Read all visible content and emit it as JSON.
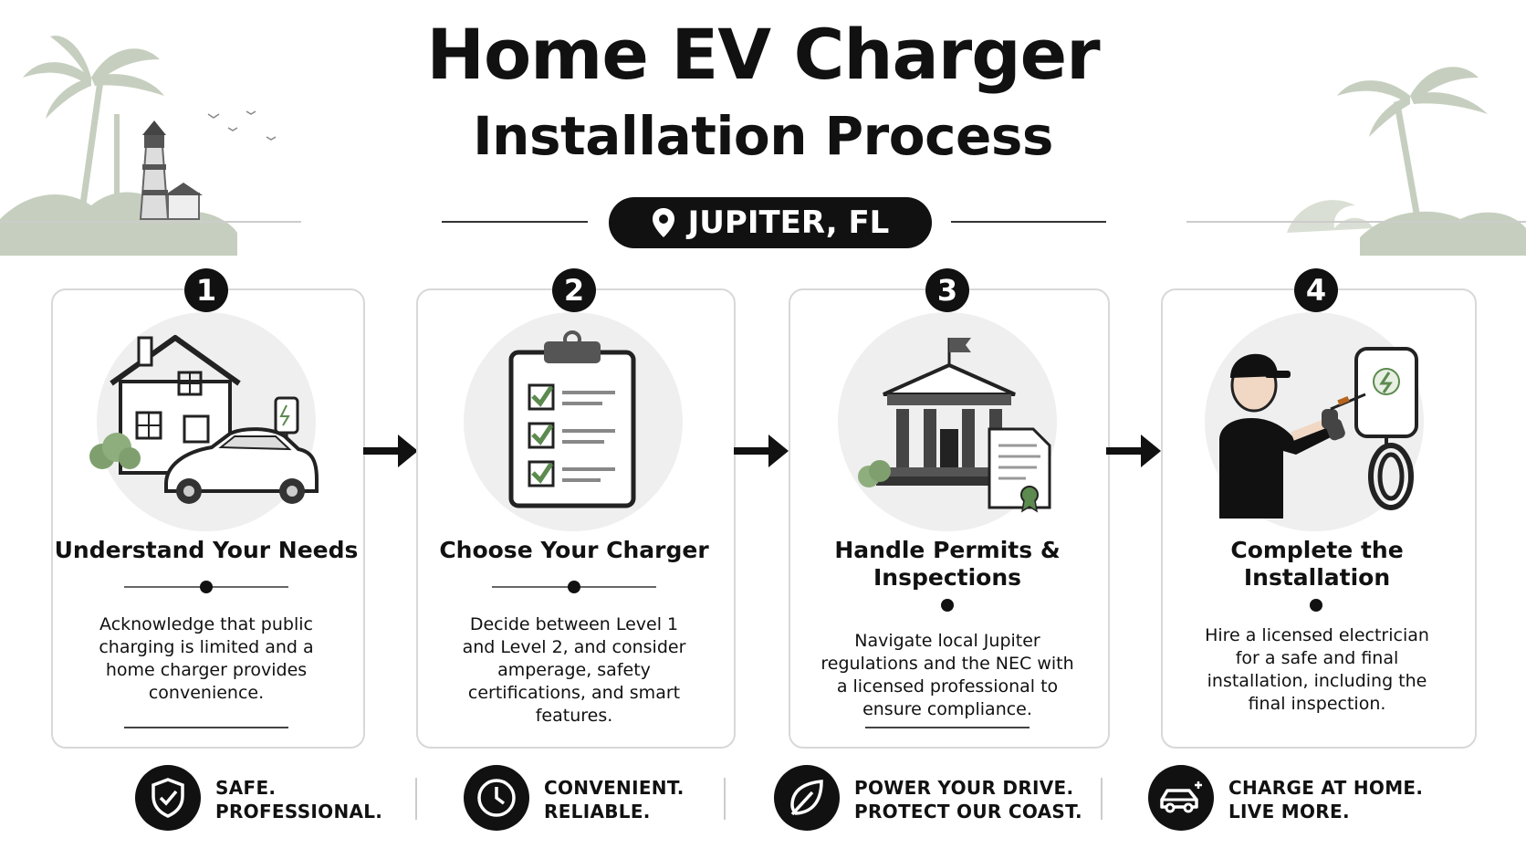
{
  "header": {
    "title_line1": "Home EV Charger",
    "title_line2": "Installation Process",
    "location": "JUPITER, FL"
  },
  "steps": [
    {
      "number": "1",
      "title": "Understand Your Needs",
      "description": "Acknowledge that public charging is limited and a home charger provides convenience.",
      "illustration": "house-with-car-and-charger"
    },
    {
      "number": "2",
      "title": "Choose Your Charger",
      "description": "Decide between Level 1 and Level 2, and consider amperage, safety certifications, and smart features.",
      "illustration": "checklist-clipboard"
    },
    {
      "number": "3",
      "title": "Handle Permits & Inspections",
      "description": "Navigate local Jupiter regulations and the NEC with a licensed professional to ensure compliance.",
      "illustration": "government-building-with-permit"
    },
    {
      "number": "4",
      "title": "Complete the Installation",
      "description": "Hire a licensed electrician for a safe and final installation, including the final inspection.",
      "illustration": "electrician-installing-wall-charger"
    }
  ],
  "taglines": [
    {
      "line1": "SAFE.",
      "line2": "PROFESSIONAL.",
      "icon": "shield-check-icon"
    },
    {
      "line1": "CONVENIENT.",
      "line2": "RELIABLE.",
      "icon": "clock-icon"
    },
    {
      "line1": "POWER YOUR DRIVE.",
      "line2": "PROTECT OUR COAST.",
      "icon": "leaf-icon"
    },
    {
      "line1": "CHARGE AT HOME.",
      "line2": "LIVE MORE.",
      "icon": "car-sparkle-icon"
    }
  ],
  "colors": {
    "ink": "#111111",
    "card_border": "#d8d8d8",
    "circle_bg": "#efefef",
    "check_green": "#5c8a4f",
    "scenery_green": "#b8c4b0"
  }
}
